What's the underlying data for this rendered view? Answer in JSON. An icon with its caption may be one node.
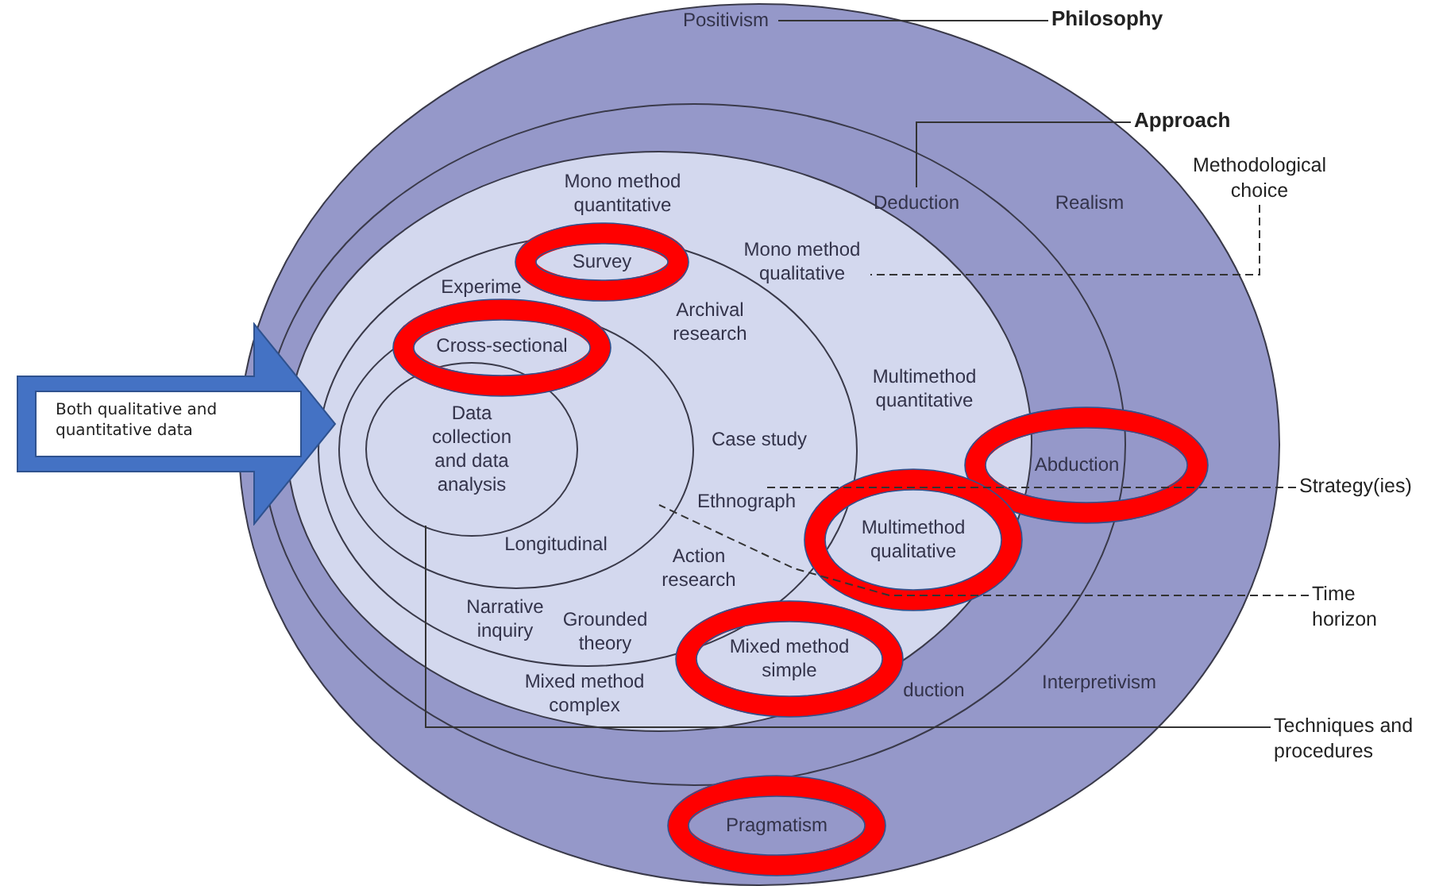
{
  "diagram": {
    "nodes": [
      {
        "text": [
          "Positivism",
          "Realism",
          "Interpretivism",
          "Pragmatism"
        ]
      },
      {
        "text": [
          "Deduction",
          "Abduction",
          "duction"
        ],
        "in": 0
      },
      {
        "text": [
          "Mono method quantitative",
          "Mono method qualitative",
          "Multimethod quantitative",
          "Multimethod qualitative",
          "Mixed method simple",
          "Mixed method complex"
        ],
        "in": 1
      },
      {
        "text": [
          "Survey",
          "Experime",
          "Archival research",
          "Case study",
          "Ethnograph",
          "Action research",
          "Narrative inquiry",
          "Grounded theory"
        ],
        "in": 2
      },
      {
        "text": [
          "Cross-sectional",
          "Longitudinal"
        ],
        "in": 3
      },
      {
        "text": [
          "Data collection and data analysis"
        ],
        "in": 4
      },
      {
        "text": [
          "Philosophy"
        ]
      },
      {
        "text": [
          "Approach"
        ]
      },
      {
        "text": [
          "Methodological choice"
        ]
      },
      {
        "text": [
          "Strategy(ies)"
        ]
      },
      {
        "text": [
          "Time horizon"
        ]
      },
      {
        "text": [
          "Techniques and procedures"
        ]
      },
      {
        "text": [
          "Both qualitative and quantitative data"
        ]
      }
    ],
    "edges": [
      {
        "from": 6,
        "to": 0,
        "arrow": "none"
      },
      {
        "from": 7,
        "to": 1,
        "arrow": "none"
      },
      {
        "from": 8,
        "to": 2,
        "arrow": "none",
        "style": "dashed"
      },
      {
        "from": 9,
        "to": 3,
        "arrow": "none",
        "style": "dashed"
      },
      {
        "from": 10,
        "to": 4,
        "arrow": "none",
        "style": "dashed"
      },
      {
        "from": 11,
        "to": 5,
        "arrow": "none"
      }
    ]
  }
}
